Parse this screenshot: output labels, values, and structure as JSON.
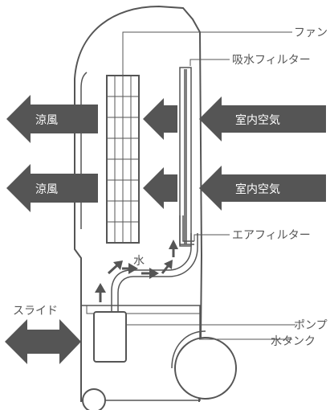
{
  "labels": {
    "fan": "ファン",
    "water_filter": "吸水フィルター",
    "cool_air_top": "涼風",
    "cool_air_bottom": "涼風",
    "room_air_top": "室内空気",
    "room_air_bottom": "室内空気",
    "air_filter": "エアフィルター",
    "water": "水",
    "slide": "スライド",
    "pump": "ポンプ",
    "water_tank": "水タンク"
  },
  "colors": {
    "arrow": "#555555",
    "outline": "#555555",
    "text": "#555555",
    "background": "#ffffff"
  }
}
